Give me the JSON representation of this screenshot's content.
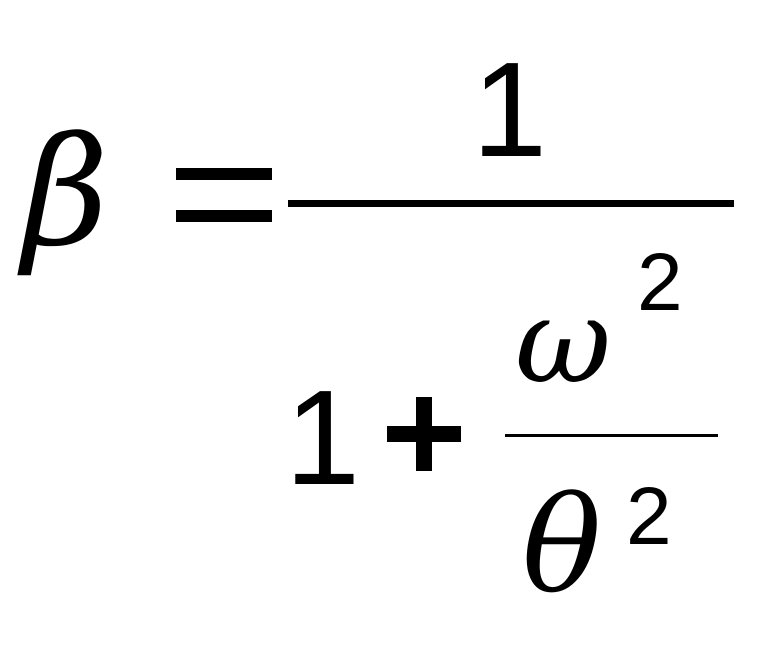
{
  "formula": {
    "lhs": "β",
    "equals": "=",
    "numerator": "1",
    "denominator": {
      "one": "1",
      "plus": "+",
      "inner_numerator": {
        "base": "ω",
        "exponent": "2"
      },
      "inner_denominator": {
        "base": "θ",
        "exponent": "2"
      }
    }
  }
}
